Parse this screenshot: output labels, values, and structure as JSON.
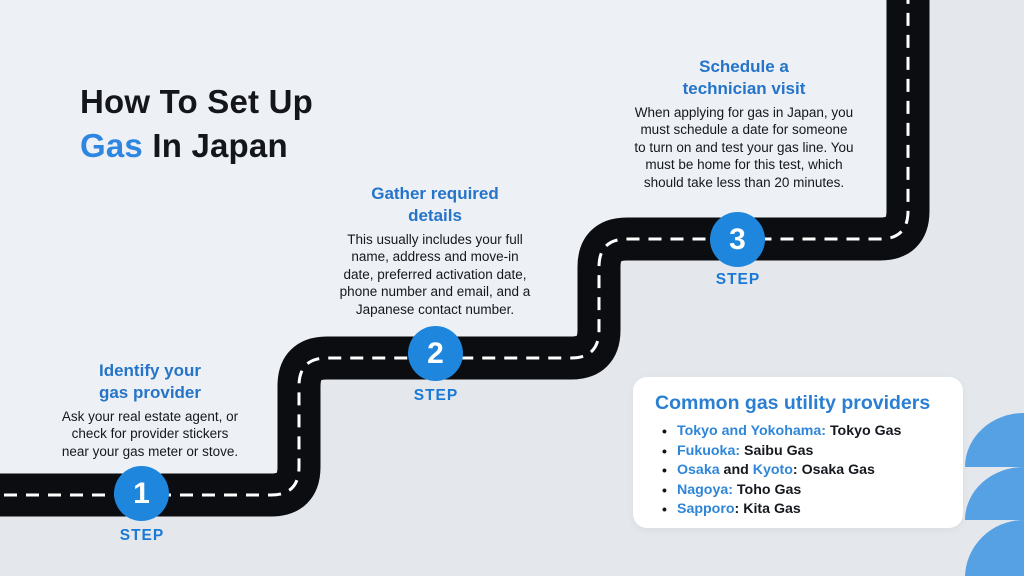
{
  "title": {
    "line1": "How To Set Up",
    "line2_highlight": "Gas",
    "line2_rest": " In Japan"
  },
  "steps": [
    {
      "number": "1",
      "label": "STEP",
      "heading_lines": [
        "Identify your",
        "gas provider"
      ],
      "body_lines": [
        "Ask your real estate agent, or",
        "check for provider stickers",
        "near your gas meter or stove."
      ]
    },
    {
      "number": "2",
      "label": "STEP",
      "heading_lines": [
        "Gather required",
        "details"
      ],
      "body_lines": [
        "This usually includes your full",
        "name, address and move-in",
        "date, preferred activation date,",
        "phone number and email, and a",
        "Japanese contact number."
      ]
    },
    {
      "number": "3",
      "label": "STEP",
      "heading_lines": [
        "Schedule a",
        "technician visit"
      ],
      "body_lines": [
        "When applying for gas in Japan, you",
        "must schedule a date for someone",
        "to turn on and test your gas line. You",
        "must be home for this test, which",
        "should take less than 20 minutes."
      ]
    }
  ],
  "providers": {
    "title": "Common gas utility providers",
    "items": [
      {
        "segments": [
          {
            "text": "Tokyo and Yokohama:",
            "blue": true
          },
          {
            "text": " Tokyo Gas",
            "blue": false
          }
        ]
      },
      {
        "segments": [
          {
            "text": "Fukuoka:",
            "blue": true
          },
          {
            "text": " Saibu Gas",
            "blue": false
          }
        ]
      },
      {
        "segments": [
          {
            "text": "Osaka",
            "blue": true
          },
          {
            "text": " and ",
            "blue": false
          },
          {
            "text": "Kyoto",
            "blue": true
          },
          {
            "text": ": Osaka Gas",
            "blue": false
          }
        ]
      },
      {
        "segments": [
          {
            "text": "Nagoya:",
            "blue": true
          },
          {
            "text": " Toho Gas",
            "blue": false
          }
        ]
      },
      {
        "segments": [
          {
            "text": "Sapporo",
            "blue": true
          },
          {
            "text": ": Kita Gas",
            "blue": false
          }
        ]
      }
    ]
  },
  "colors": {
    "background_outside": "#e4e8ec",
    "background_inside": "#edf1f5",
    "road_black": "#0c0d10",
    "dash_white": "#ffffff",
    "accent_blue": "#2574c9",
    "circle_blue": "#1e86dd",
    "city_blue": "#2f86d8",
    "title_gas_blue": "#2e86e0",
    "decoration_blue": "#56a0e4"
  }
}
